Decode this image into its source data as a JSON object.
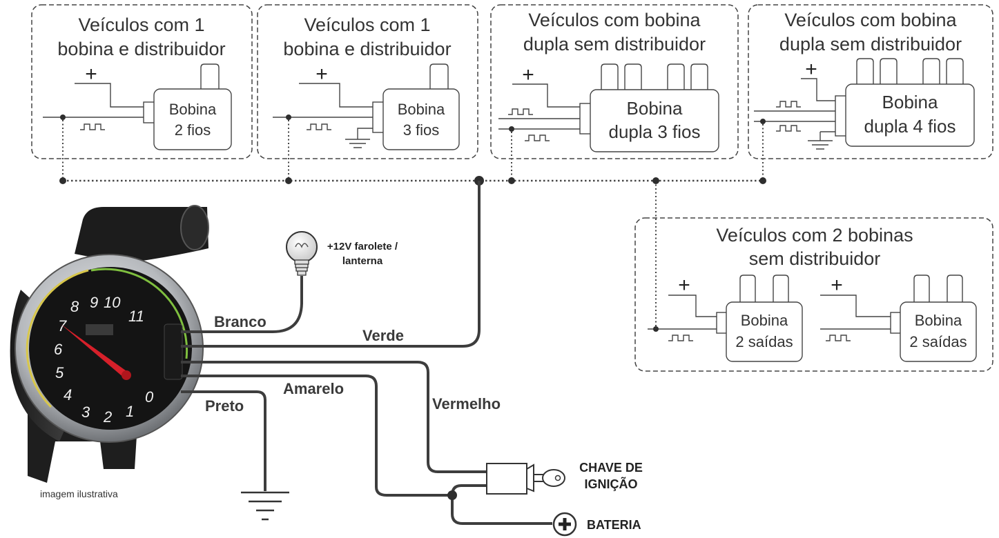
{
  "panels": [
    {
      "title_line1": "Veículos com 1",
      "title_line2": "bobina e distribuidor",
      "coil_line1": "Bobina",
      "coil_line2": "2 fios"
    },
    {
      "title_line1": "Veículos com 1",
      "title_line2": "bobina e distribuidor",
      "coil_line1": "Bobina",
      "coil_line2": "3 fios"
    },
    {
      "title_line1": "Veículos com bobina",
      "title_line2": "dupla sem distribuidor",
      "coil_line1": "Bobina",
      "coil_line2": "dupla 3 fios"
    },
    {
      "title_line1": "Veículos com bobina",
      "title_line2": "dupla sem distribuidor",
      "coil_line1": "Bobina",
      "coil_line2": "dupla 4 fios"
    },
    {
      "title_line1": "Veículos com 2 bobinas",
      "title_line2": "sem distribuidor",
      "coil_line1": "Bobina",
      "coil_line2": "2 saídas"
    }
  ],
  "plus_symbol": "+",
  "lamp_label_line1": "+12V farolete /",
  "lamp_label_line2": "lanterna",
  "wires": {
    "white": "Branco",
    "green": "Verde",
    "black": "Preto",
    "yellow": "Amarelo",
    "red": "Vermelho"
  },
  "ignition_line1": "CHAVE DE",
  "ignition_line2": "IGNIÇÃO",
  "battery": "BATERIA",
  "caption": "imagem ilustrativa",
  "gauge_numbers": [
    "0",
    "1",
    "2",
    "3",
    "4",
    "5",
    "6",
    "7",
    "8",
    "9",
    "10",
    "11"
  ],
  "colors": {
    "needle": "#d6202a",
    "gauge_face": "#141414",
    "bezel": "#b9bcc0",
    "wire": "#3d3d3d"
  }
}
